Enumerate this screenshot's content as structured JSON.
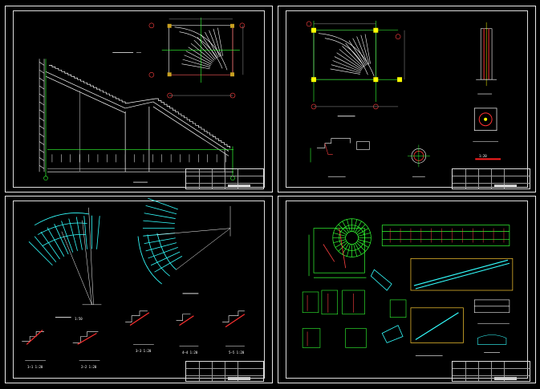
{
  "colors": {
    "background": "#000000",
    "frame": "#e8e8e8",
    "stair_line": "#ffffff",
    "axis_green": "#33ff33",
    "accent_red": "#ff2020",
    "accent_yellow": "#ffff00",
    "arc_cyan": "#33ffff",
    "dim_gray": "#9a9a9a"
  },
  "sheets": [
    {
      "name": "sheet-1-stair-elevation"
    },
    {
      "name": "sheet-2-plan-and-column"
    },
    {
      "name": "sheet-3-spiral-plan-sections"
    },
    {
      "name": "sheet-4-details"
    }
  ],
  "labels": {
    "s3_section_1": "1—1  1:20",
    "s3_section_2": "2—2  1:20",
    "s3_section_3": "3—3  1:20",
    "s3_section_4": "4—4  1:20",
    "s3_section_5": "5—5  1:20",
    "s3_plan_label": "1:50",
    "s2_detail_scale": "1:20"
  }
}
